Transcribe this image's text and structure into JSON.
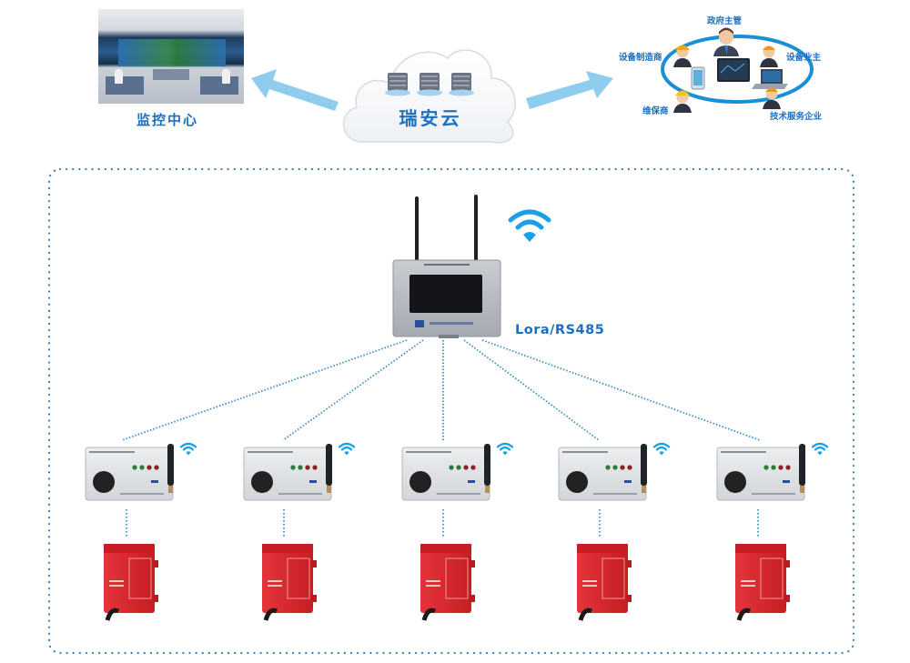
{
  "monitor_center": {
    "label": "监控中心"
  },
  "cloud": {
    "label": "瑞安云"
  },
  "stakeholders": {
    "government": "政府主管",
    "manufacturer": "设备制造商",
    "owner": "设备业主",
    "maintainer": "维保商",
    "tech_service": "技术服务企业"
  },
  "gateway": {
    "link_label": "Lora/RS485"
  },
  "colors": {
    "brand_blue": "#1d6fc0",
    "arrow_blue": "#8fcdee",
    "wifi_blue": "#1aa0e8",
    "dotted_line": "#3a8fc7",
    "device_red": "#d8262b"
  },
  "node_count": 5
}
